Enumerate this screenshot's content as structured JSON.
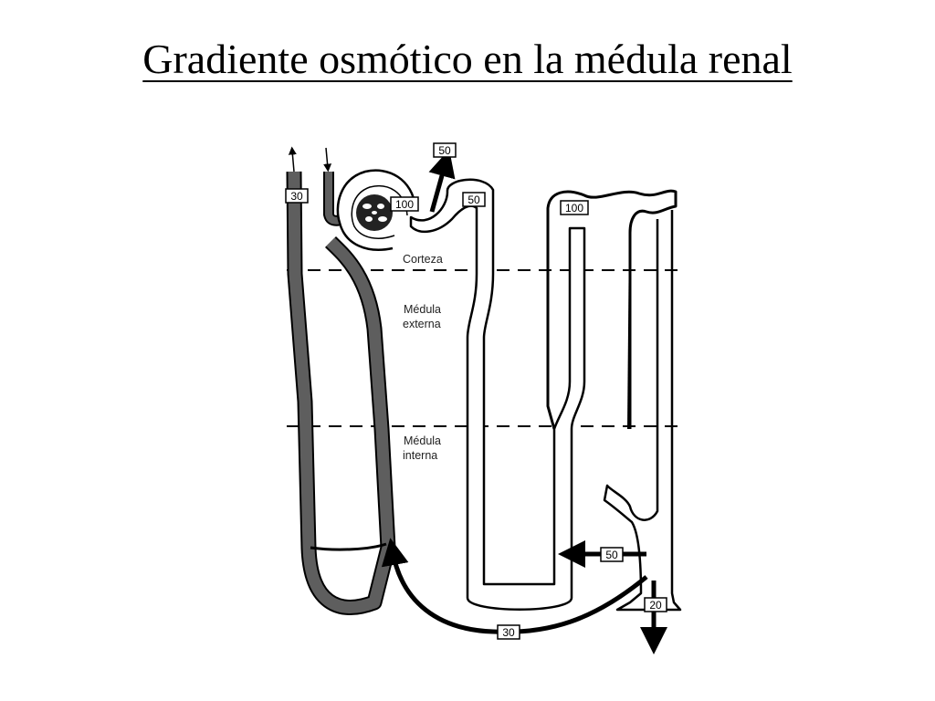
{
  "title": "Gradiente osmótico en la médula renal",
  "zones": {
    "cortex": "Corteza",
    "outer_medulla_1": "Médula",
    "outer_medulla_2": "externa",
    "inner_medulla_1": "Médula",
    "inner_medulla_2": "interna"
  },
  "boxes": {
    "vessel_top": "30",
    "glomerulus": "100",
    "arrow_top": "50",
    "proximal": "50",
    "distal": "100",
    "reabsorption": "50",
    "urine": "20",
    "bottom": "30"
  },
  "colors": {
    "vessel": "#5e5e5e",
    "line": "#000000"
  }
}
